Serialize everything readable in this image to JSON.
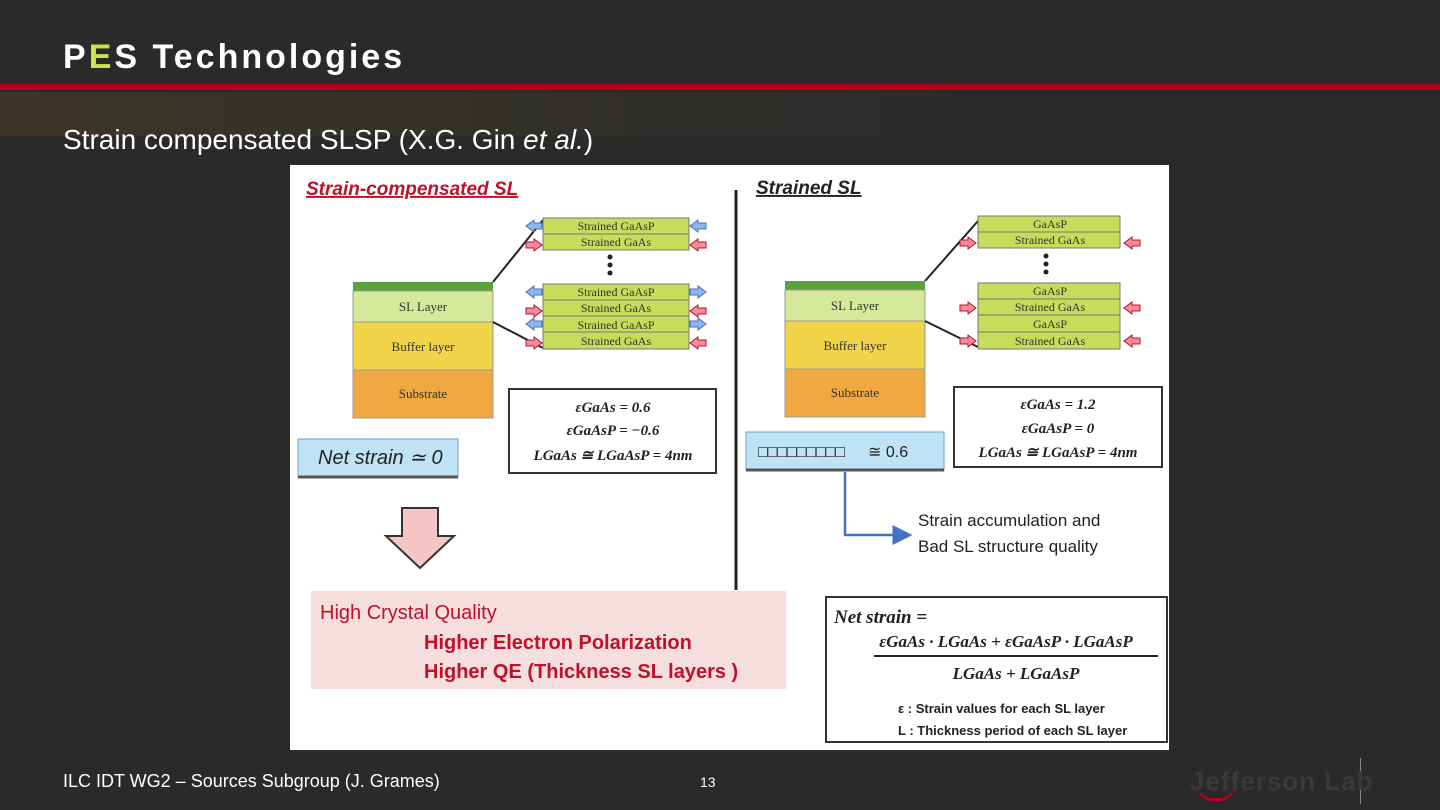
{
  "slide": {
    "title_first": "P",
    "title_highlight": "E",
    "title_rest": "S Technologies",
    "subtitle_main": "Strain compensated SLSP  (X.G. Gin ",
    "subtitle_italic": "et al.",
    "subtitle_end": ")",
    "footer": "ILC IDT WG2 – Sources Subgroup (J. Grames)",
    "page_number": "13",
    "logo_text": "Jefferson Lab"
  },
  "figure": {
    "left_heading": "Strain-compensated SL",
    "right_heading": "Strained SL",
    "left_stack": [
      "Strained GaAsP",
      "Strained GaAs"
    ],
    "left_stack_lower": [
      "Strained GaAsP",
      "Strained GaAs",
      "Strained GaAsP",
      "Strained GaAs"
    ],
    "right_stack": [
      "GaAsP",
      "Strained GaAs"
    ],
    "right_stack_lower": [
      "GaAsP",
      "Strained GaAs",
      "GaAsP",
      "Strained GaAs"
    ],
    "layers": {
      "sl": "SL Layer",
      "buffer": "Buffer layer",
      "substrate": "Substrate"
    },
    "left_eq": {
      "line1": "εGaAs  = 0.6",
      "line2": "εGaAsP  = −0.6",
      "line3": "LGaAs ≅ LGaAsP = 4nm"
    },
    "right_eq": {
      "line1": "εGaAs  = 1.2",
      "line2": "εGaAsP = 0",
      "line3": "LGaAs ≅ LGaAsP = 4nm"
    },
    "left_net": "Net strain ≃ 0",
    "right_net_prefix": "□□□□□□□□□",
    "right_net_value": "≅  0.6",
    "accum_line1": "Strain accumulation and",
    "accum_line2": "Bad SL structure quality",
    "quality_line1": "High Crystal Quality",
    "quality_line2": "Higher Electron Polarization",
    "quality_line3": "Higher QE (Thickness SL layers )",
    "net_formula_label": "Net strain =",
    "net_formula_num": "εGaAs · LGaAs + εGaAsP · LGaAsP",
    "net_formula_den": "LGaAs + LGaAsP",
    "legend_eps": "ε : Strain values for each SL layer",
    "legend_L": "L : Thickness period of each SL layer",
    "colors": {
      "green": "#c5dd5a",
      "light_green": "#d6e89a",
      "yellow": "#f1d44a",
      "orange": "#f0a941",
      "red_text": "#c0102a",
      "pink_box": "#f6dede",
      "blue_box": "#bfe3f5",
      "arrow_blue": "#8fb4e8",
      "arrow_pink": "#f28b9a"
    }
  }
}
